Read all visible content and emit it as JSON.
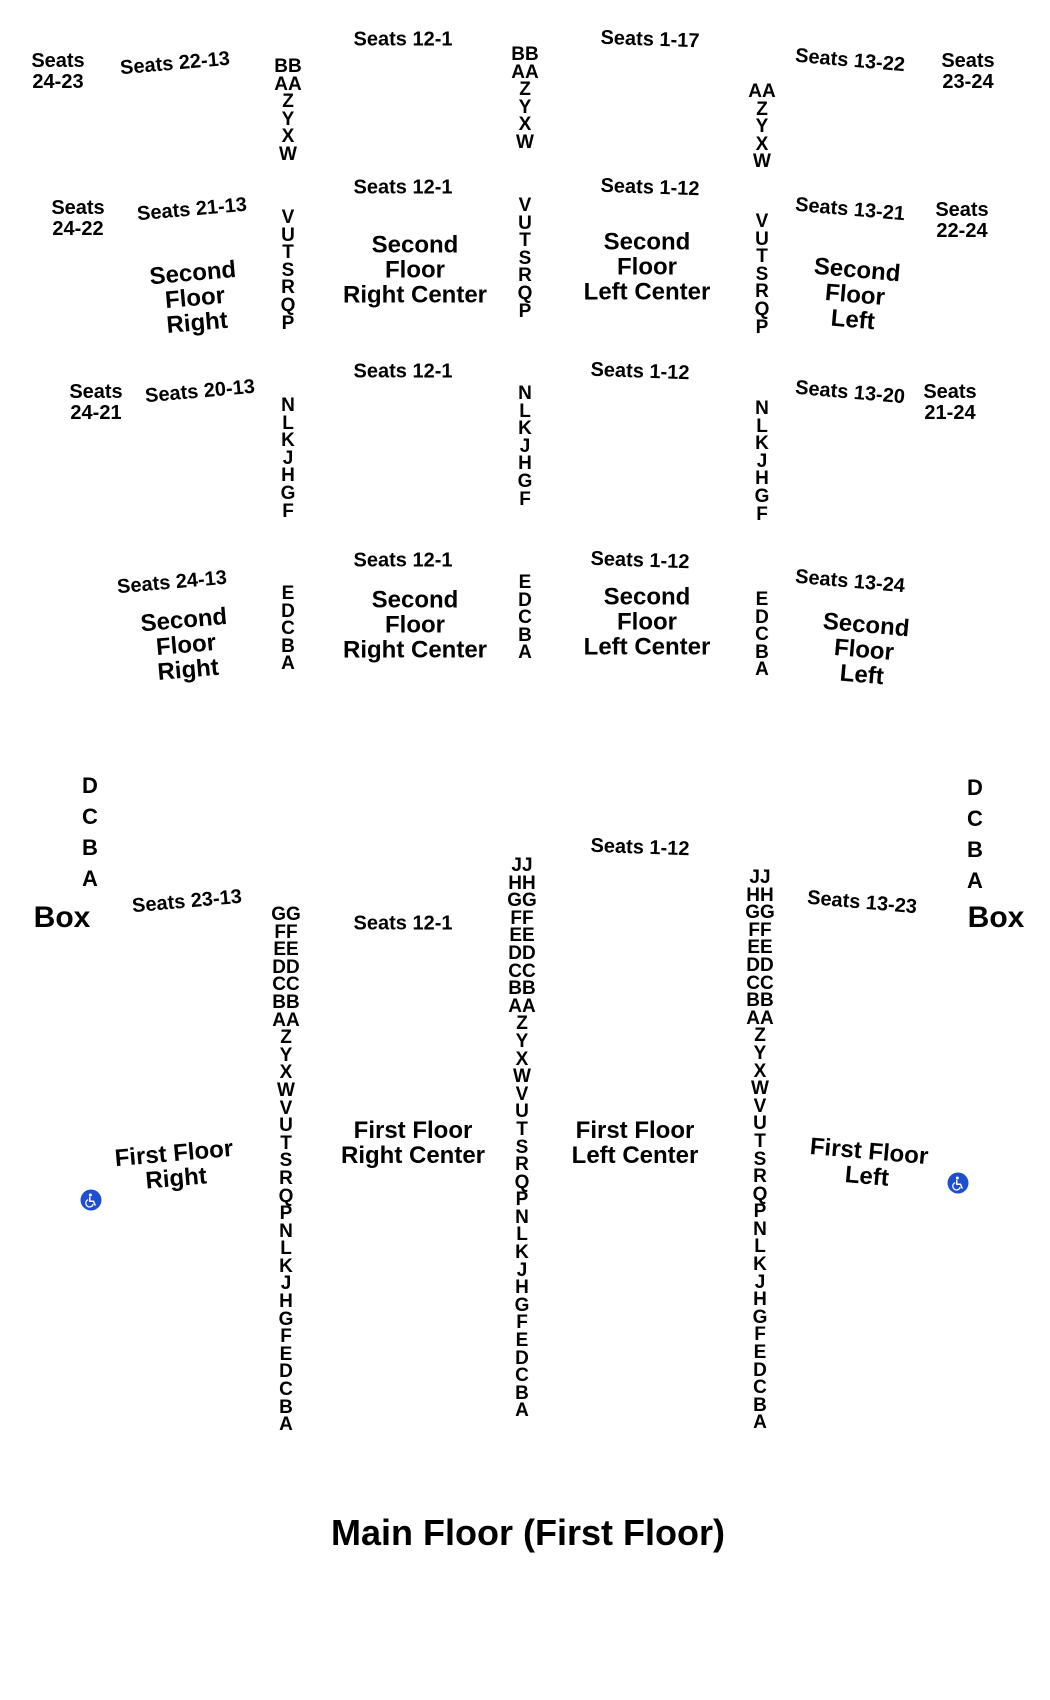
{
  "map": {
    "title": "Main Floor (First Floor)",
    "seat_labels": [
      {
        "id": "s-1",
        "text": "Seats\n24-23"
      },
      {
        "id": "s-2",
        "text": "Seats 22-13"
      },
      {
        "id": "s-3",
        "text": "Seats 12-1"
      },
      {
        "id": "s-4",
        "text": "Seats 1-17"
      },
      {
        "id": "s-5",
        "text": "Seats 13-22"
      },
      {
        "id": "s-6",
        "text": "Seats\n23-24"
      },
      {
        "id": "s-7",
        "text": "Seats\n24-22"
      },
      {
        "id": "s-8",
        "text": "Seats 21-13"
      },
      {
        "id": "s-9",
        "text": "Seats 12-1"
      },
      {
        "id": "s-10",
        "text": "Seats 1-12"
      },
      {
        "id": "s-11",
        "text": "Seats 13-21"
      },
      {
        "id": "s-12",
        "text": "Seats\n22-24"
      },
      {
        "id": "s-13",
        "text": "Seats\n24-21"
      },
      {
        "id": "s-14",
        "text": "Seats 20-13"
      },
      {
        "id": "s-15",
        "text": "Seats 12-1"
      },
      {
        "id": "s-16",
        "text": "Seats 1-12"
      },
      {
        "id": "s-17",
        "text": "Seats 13-20"
      },
      {
        "id": "s-18",
        "text": "Seats\n21-24"
      },
      {
        "id": "s-19",
        "text": "Seats 24-13"
      },
      {
        "id": "s-20",
        "text": "Seats 12-1"
      },
      {
        "id": "s-21",
        "text": "Seats 1-12"
      },
      {
        "id": "s-22",
        "text": "Seats 13-24"
      },
      {
        "id": "s-23",
        "text": "Seats 23-13"
      },
      {
        "id": "s-24",
        "text": "Seats 12-1"
      },
      {
        "id": "s-25",
        "text": "Seats 1-12"
      },
      {
        "id": "s-26",
        "text": "Seats 13-23"
      }
    ],
    "sections": [
      {
        "id": "sec-1",
        "text": "Second\nFloor\nRight"
      },
      {
        "id": "sec-2",
        "text": "Second\nFloor\nRight Center"
      },
      {
        "id": "sec-3",
        "text": "Second\nFloor\nLeft Center"
      },
      {
        "id": "sec-4",
        "text": "Second\nFloor\nLeft"
      },
      {
        "id": "sec-5",
        "text": "Second\nFloor\nRight"
      },
      {
        "id": "sec-6",
        "text": "Second\nFloor\nRight Center"
      },
      {
        "id": "sec-7",
        "text": "Second\nFloor\nLeft Center"
      },
      {
        "id": "sec-8",
        "text": "Second\nFloor\nLeft"
      },
      {
        "id": "sec-9",
        "text": "First Floor\nRight"
      },
      {
        "id": "sec-10",
        "text": "First Floor\nRight Center"
      },
      {
        "id": "sec-11",
        "text": "First Floor\nLeft Center"
      },
      {
        "id": "sec-12",
        "text": "First Floor\nLeft"
      }
    ],
    "row_columns": [
      {
        "id": "r-1",
        "rows": [
          "BB",
          "AA",
          "Z",
          "Y",
          "X",
          "W"
        ]
      },
      {
        "id": "r-2",
        "rows": [
          "BB",
          "AA",
          "Z",
          "Y",
          "X",
          "W"
        ]
      },
      {
        "id": "r-3",
        "rows": [
          "AA",
          "Z",
          "Y",
          "X",
          "W"
        ]
      },
      {
        "id": "r-4",
        "rows": [
          "V",
          "U",
          "T",
          "S",
          "R",
          "Q",
          "P"
        ]
      },
      {
        "id": "r-5",
        "rows": [
          "V",
          "U",
          "T",
          "S",
          "R",
          "Q",
          "P"
        ]
      },
      {
        "id": "r-6",
        "rows": [
          "V",
          "U",
          "T",
          "S",
          "R",
          "Q",
          "P"
        ]
      },
      {
        "id": "r-7",
        "rows": [
          "N",
          "L",
          "K",
          "J",
          "H",
          "G",
          "F"
        ]
      },
      {
        "id": "r-8",
        "rows": [
          "N",
          "L",
          "K",
          "J",
          "H",
          "G",
          "F"
        ]
      },
      {
        "id": "r-9",
        "rows": [
          "N",
          "L",
          "K",
          "J",
          "H",
          "G",
          "F"
        ]
      },
      {
        "id": "r-10",
        "rows": [
          "E",
          "D",
          "C",
          "B",
          "A"
        ]
      },
      {
        "id": "r-11",
        "rows": [
          "E",
          "D",
          "C",
          "B",
          "A"
        ]
      },
      {
        "id": "r-12",
        "rows": [
          "E",
          "D",
          "C",
          "B",
          "A"
        ]
      },
      {
        "id": "r-13",
        "rows": [
          "GG",
          "FF",
          "EE",
          "DD",
          "CC",
          "BB",
          "AA",
          "Z",
          "Y",
          "X",
          "W",
          "V",
          "U",
          "T",
          "S",
          "R",
          "Q",
          "P",
          "N",
          "L",
          "K",
          "J",
          "H",
          "G",
          "F",
          "E",
          "D",
          "C",
          "B",
          "A"
        ]
      },
      {
        "id": "r-14",
        "rows": [
          "JJ",
          "HH",
          "GG",
          "FF",
          "EE",
          "DD",
          "CC",
          "BB",
          "AA",
          "Z",
          "Y",
          "X",
          "W",
          "V",
          "U",
          "T",
          "S",
          "R",
          "Q",
          "P",
          "N",
          "L",
          "K",
          "J",
          "H",
          "G",
          "F",
          "E",
          "D",
          "C",
          "B",
          "A"
        ]
      },
      {
        "id": "r-15",
        "rows": [
          "JJ",
          "HH",
          "GG",
          "FF",
          "EE",
          "DD",
          "CC",
          "BB",
          "AA",
          "Z",
          "Y",
          "X",
          "W",
          "V",
          "U",
          "T",
          "S",
          "R",
          "Q",
          "P",
          "N",
          "L",
          "K",
          "J",
          "H",
          "G",
          "F",
          "E",
          "D",
          "C",
          "B",
          "A"
        ]
      }
    ],
    "boxes": [
      {
        "id": "box-right",
        "rows": [
          "D",
          "C",
          "B",
          "A"
        ],
        "label": "Box"
      },
      {
        "id": "box-left",
        "rows": [
          "D",
          "C",
          "B",
          "A"
        ],
        "label": "Box"
      }
    ],
    "accessibility_icons": [
      "wheelchair-icon",
      "wheelchair-icon"
    ]
  }
}
